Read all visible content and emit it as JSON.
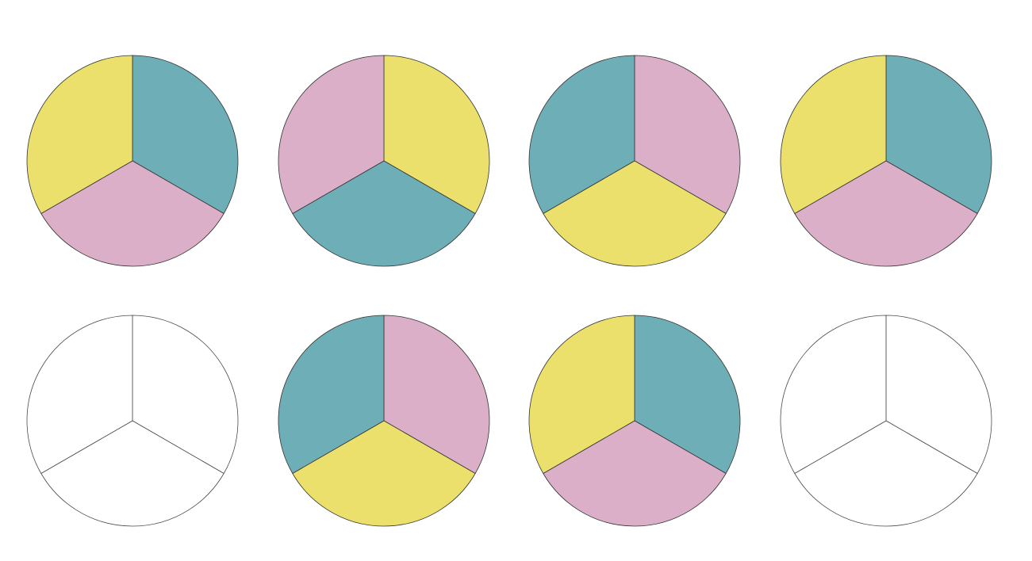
{
  "palette": {
    "teal": "#6eaeb6",
    "pink": "#dbafc7",
    "yellow": "#ece06c",
    "blank": "#ffffff"
  },
  "circles": [
    {
      "name": "circle-row1-col1",
      "sectors": {
        "top-right": "teal",
        "bottom": "pink",
        "top-left": "yellow"
      }
    },
    {
      "name": "circle-row1-col2",
      "sectors": {
        "top-right": "yellow",
        "bottom": "teal",
        "top-left": "pink"
      }
    },
    {
      "name": "circle-row1-col3",
      "sectors": {
        "top-right": "pink",
        "bottom": "yellow",
        "top-left": "teal"
      }
    },
    {
      "name": "circle-row1-col4",
      "sectors": {
        "top-right": "teal",
        "bottom": "pink",
        "top-left": "yellow"
      }
    },
    {
      "name": "circle-row2-col1",
      "sectors": {
        "top-right": "blank",
        "bottom": "blank",
        "top-left": "blank"
      }
    },
    {
      "name": "circle-row2-col2",
      "sectors": {
        "top-right": "pink",
        "bottom": "yellow",
        "top-left": "teal"
      }
    },
    {
      "name": "circle-row2-col3",
      "sectors": {
        "top-right": "teal",
        "bottom": "pink",
        "top-left": "yellow"
      }
    },
    {
      "name": "circle-row2-col4",
      "sectors": {
        "top-right": "blank",
        "bottom": "blank",
        "top-left": "blank"
      }
    }
  ]
}
